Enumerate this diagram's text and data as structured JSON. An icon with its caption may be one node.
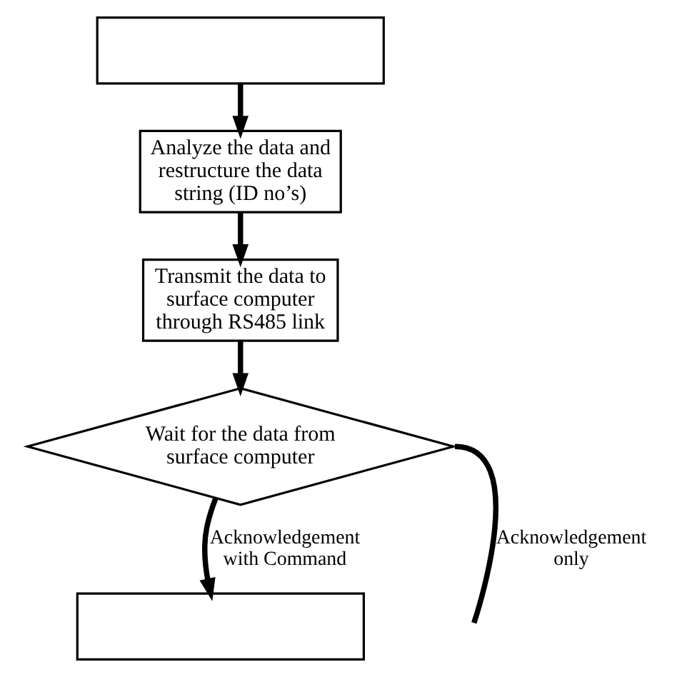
{
  "diagram": {
    "nodes": [
      {
        "text": [],
        "shape": "box"
      },
      {
        "text": [
          "Analyze the data and restructure the data string (ID no’s)"
        ]
      },
      {
        "text": [
          "Transmit the data to surface computer through RS485 link"
        ]
      },
      {
        "text": [
          "Wait for the data from surface computer"
        ]
      },
      {
        "text": [],
        "shape": "box"
      }
    ],
    "edges": [
      {
        "from": 0,
        "to": 1,
        "arrow": "to"
      },
      {
        "from": 1,
        "to": 2,
        "arrow": "to"
      },
      {
        "from": 2,
        "to": 3,
        "arrow": "to"
      },
      {
        "from": 3,
        "to": 4,
        "arrow": "to",
        "label": "Acknowledgement with Command"
      },
      {
        "from": 3,
        "to": null,
        "arrow": "none",
        "label": "Acknowledgement only"
      }
    ]
  }
}
